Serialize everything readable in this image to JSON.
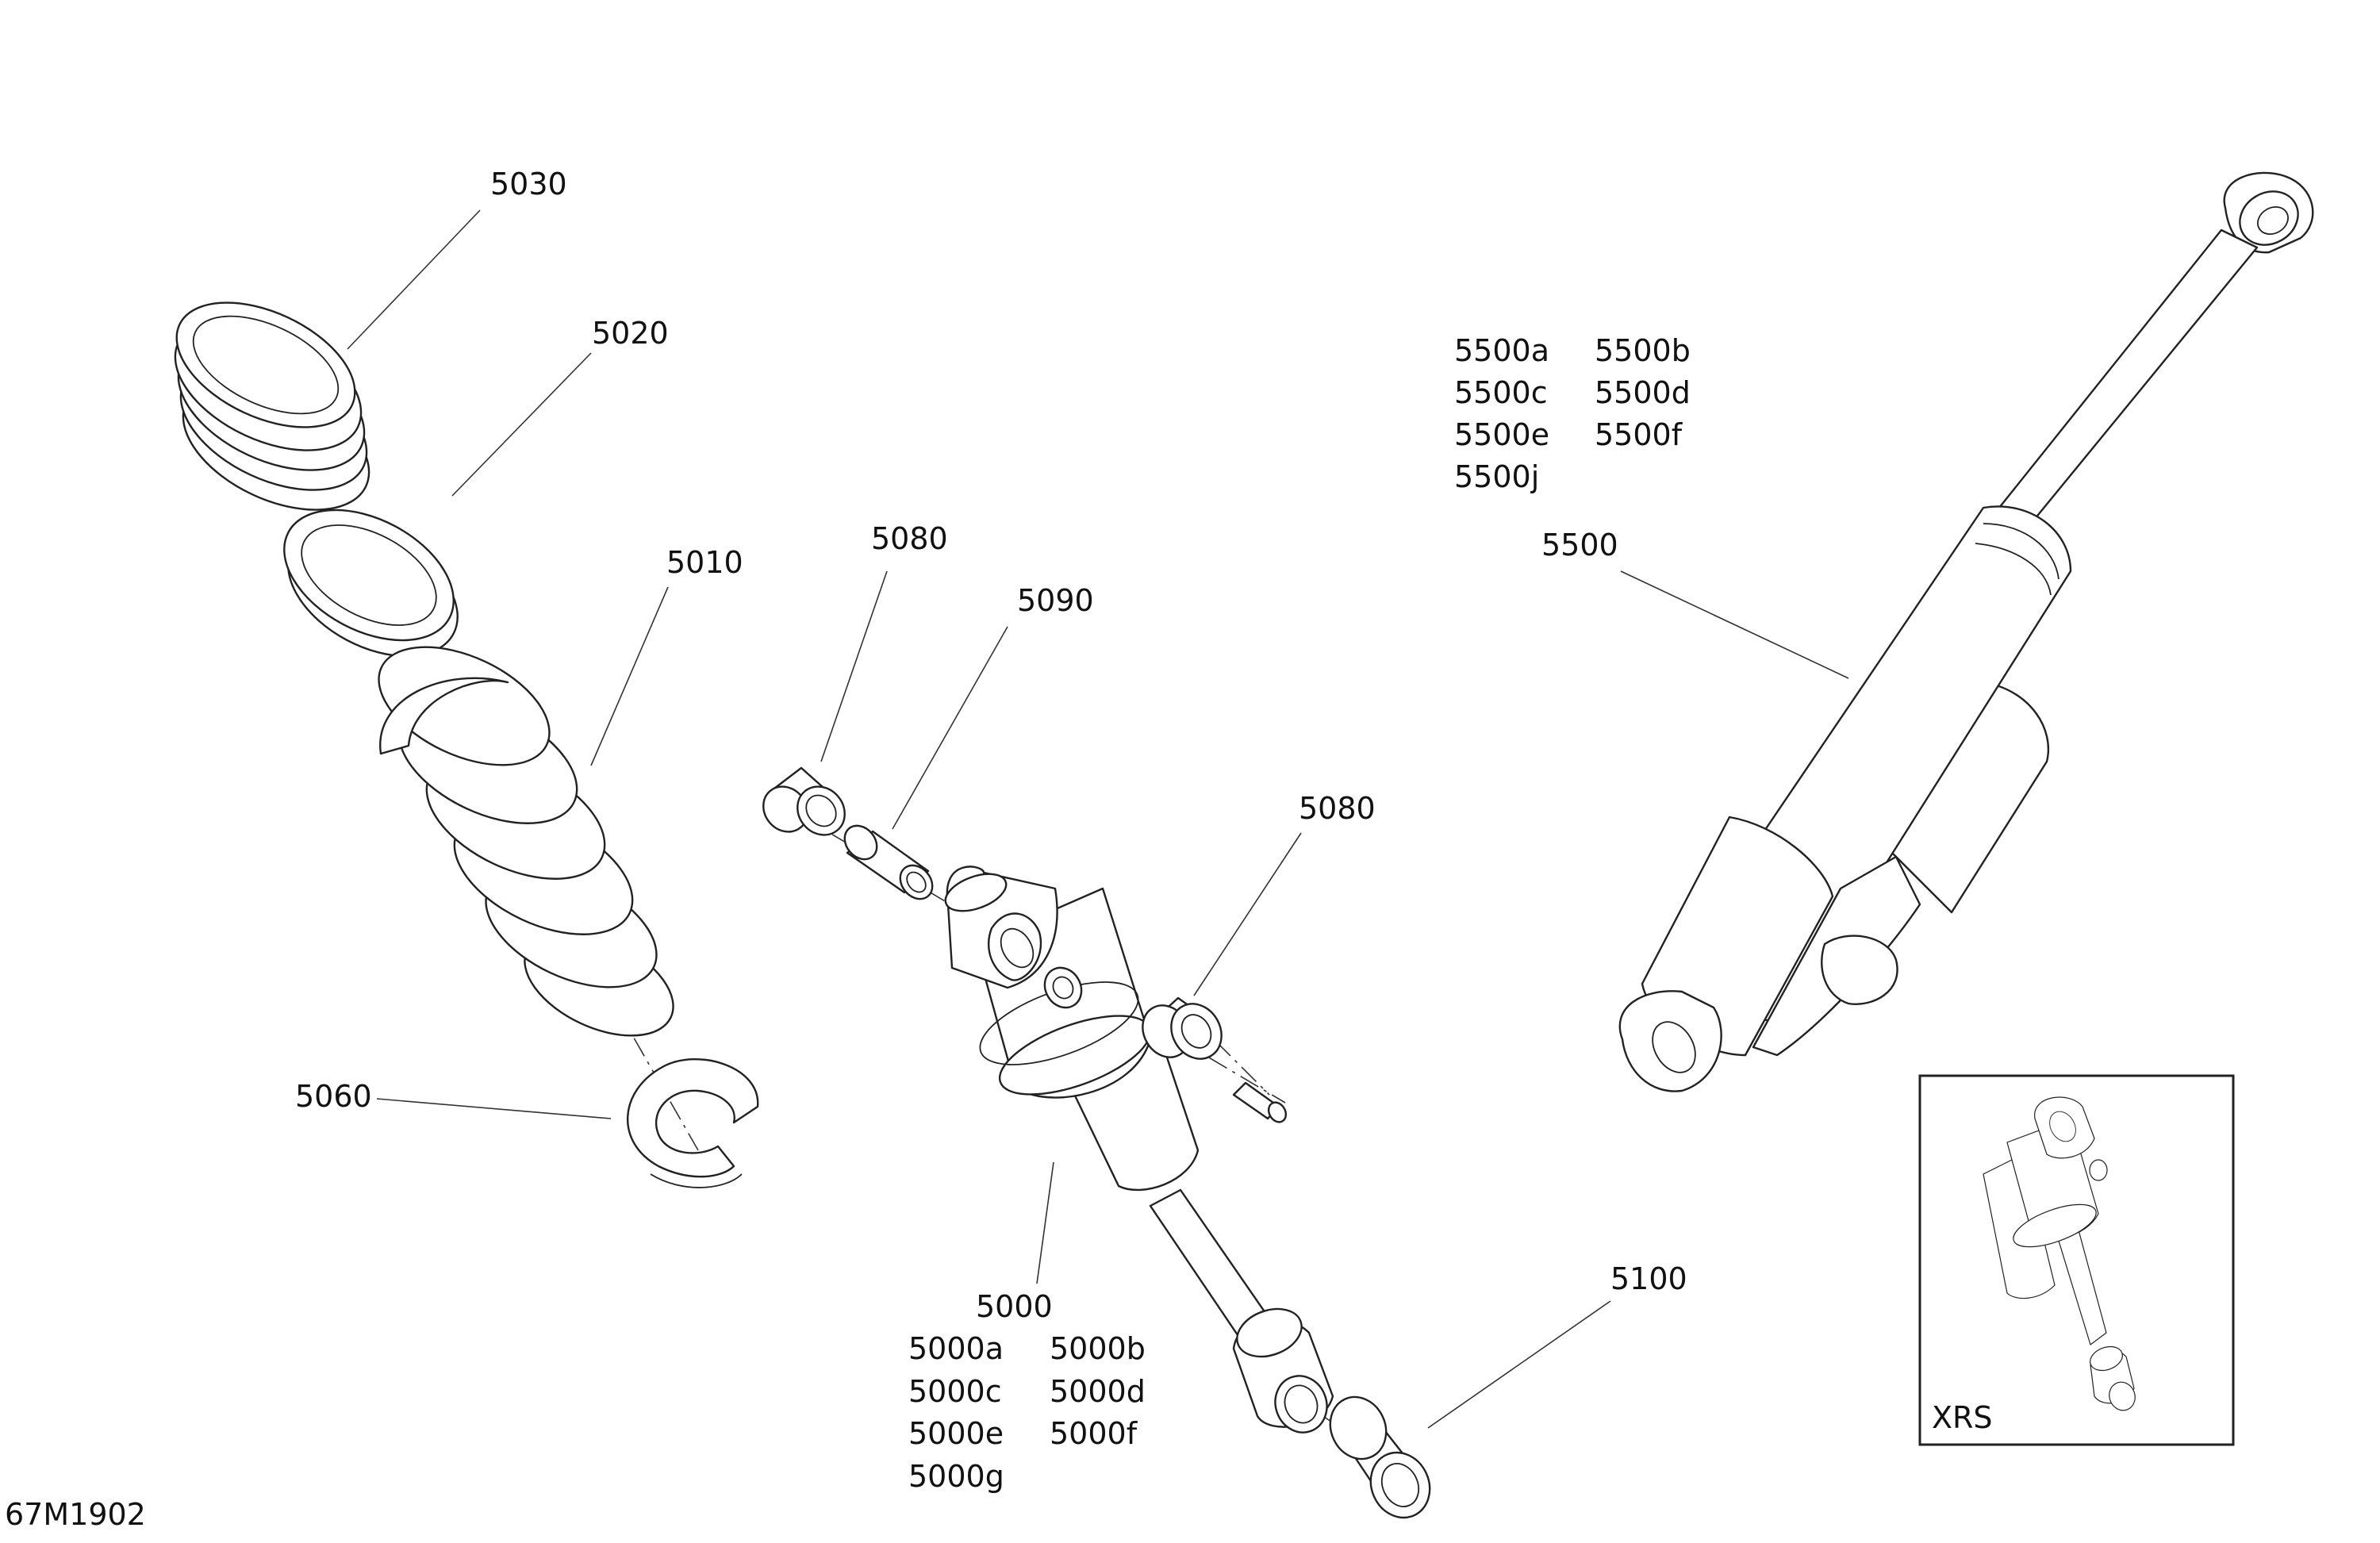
{
  "figure_id": "67M1902",
  "parts": {
    "spring_retainer": "5030",
    "spring_seat": "5020",
    "spring": "5010",
    "clip": "5060",
    "bushing_upper": "5080",
    "sleeve": "5090",
    "bushing_side": "5080",
    "shock_absorber": "5000",
    "bushing_lower": "5100",
    "rear_shock": "5500"
  },
  "variants": {
    "shock_absorber": [
      "5000a",
      "5000b",
      "5000c",
      "5000d",
      "5000e",
      "5000f",
      "5000g"
    ],
    "rear_shock": [
      "5500a",
      "5500b",
      "5500c",
      "5500d",
      "5500e",
      "5500f",
      "5500j"
    ]
  },
  "inset": {
    "label": "XRS"
  }
}
